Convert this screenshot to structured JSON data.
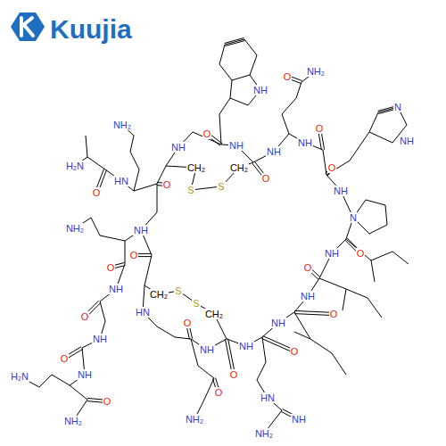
{
  "diagram": {
    "labels": [
      "Kuujia",
      "NH",
      "O",
      "NH₂",
      "NH₂",
      "H₂N",
      "O",
      "HN",
      "NH",
      "O",
      "O",
      "NH",
      "CH₂",
      "S",
      "S",
      "CH₂",
      "NH",
      "O",
      "NH",
      "O",
      "N",
      "NH",
      "O",
      "NH",
      "N",
      "O",
      "NH",
      "O",
      "NH",
      "O",
      "NH",
      "O",
      "NH",
      "O",
      "NH",
      "O",
      "HN",
      "CH₂",
      "S",
      "S",
      "CH₂",
      "O",
      "NH",
      "NH₂",
      "O",
      "NH",
      "O",
      "NH",
      "O",
      "H₂N",
      "NH",
      "O",
      "NH₂",
      "O",
      "NH₂",
      "HN",
      "NH",
      "NH₂"
    ]
  }
}
